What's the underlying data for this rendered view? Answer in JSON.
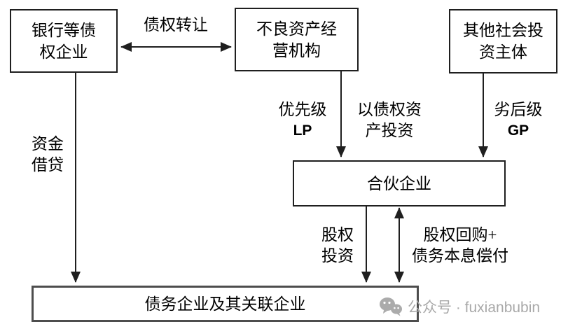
{
  "diagram": {
    "nodes": {
      "bank": {
        "line1": "银行等债",
        "line2": "权企业"
      },
      "amc": {
        "line1": "不良资产经",
        "line2": "营机构"
      },
      "investor": {
        "line1": "其他社会投",
        "line2": "资主体"
      },
      "partnership": {
        "label": "合伙企业"
      },
      "debtor": {
        "label": "债务企业及其关联企业"
      }
    },
    "edges": {
      "debt_transfer": {
        "label": "债权转让"
      },
      "senior_lp": {
        "line1": "优先级",
        "line2": "LP"
      },
      "debt_asset_invest": {
        "line1": "以债权资",
        "line2": "产投资"
      },
      "junior_gp": {
        "line1": "劣后级",
        "line2": "GP"
      },
      "fund_lending": {
        "line1": "资金",
        "line2": "借贷"
      },
      "equity_invest": {
        "line1": "股权",
        "line2": "投资"
      },
      "repurchase_repay": {
        "line1": "股权回购+",
        "line2": "债务本息偿付"
      }
    }
  },
  "watermark": {
    "label": "公众号 · fuxianbubin"
  },
  "colors": {
    "line": "#1f1f1f",
    "text": "#000000",
    "watermark_gray": "#a9a9a9",
    "background": "#ffffff"
  }
}
